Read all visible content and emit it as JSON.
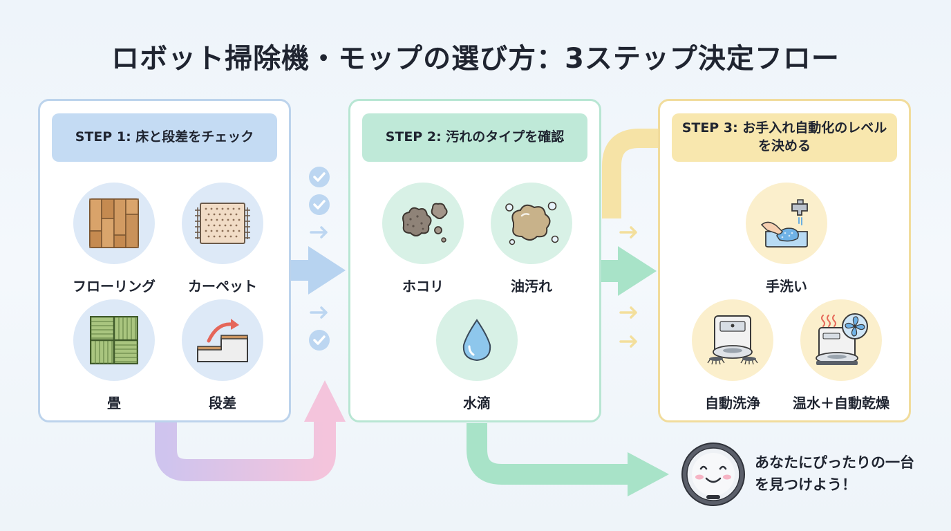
{
  "title": "ロボット掃除機・モップの選び方：3ステップ決定フロー",
  "steps": [
    {
      "header": "STEP 1: 床と段差をチェック",
      "items": [
        {
          "label": "フローリング",
          "icon": "wood-floor-icon"
        },
        {
          "label": "カーペット",
          "icon": "carpet-icon"
        },
        {
          "label": "畳",
          "icon": "tatami-icon"
        },
        {
          "label": "段差",
          "icon": "step-icon"
        }
      ]
    },
    {
      "header": "STEP 2: 汚れのタイプを確認",
      "items": [
        {
          "label": "ホコリ",
          "icon": "dust-icon"
        },
        {
          "label": "油汚れ",
          "icon": "oil-stain-icon"
        },
        {
          "label": "水滴",
          "icon": "water-drop-icon"
        }
      ]
    },
    {
      "header": "STEP 3: お手入れ自動化のレベルを決める",
      "items": [
        {
          "label": "手洗い",
          "icon": "hand-wash-icon"
        },
        {
          "label": "自動洗浄",
          "icon": "auto-wash-dock-icon"
        },
        {
          "label": "温水＋自動乾燥",
          "icon": "hot-water-dry-dock-icon"
        }
      ]
    }
  ],
  "cta": "あなたにぴったりの一台を見つけよう！",
  "colors": {
    "step1": "#bcd3ec",
    "step2": "#b8e6d3",
    "step3": "#f1dc9c",
    "arrow_blue": "#b7d3f0",
    "arrow_green": "#a8e3c8",
    "arrow_yellow": "#f3df9c",
    "arrow_pink": "#f4c4dc",
    "arrow_purple": "#cfc4ee"
  }
}
